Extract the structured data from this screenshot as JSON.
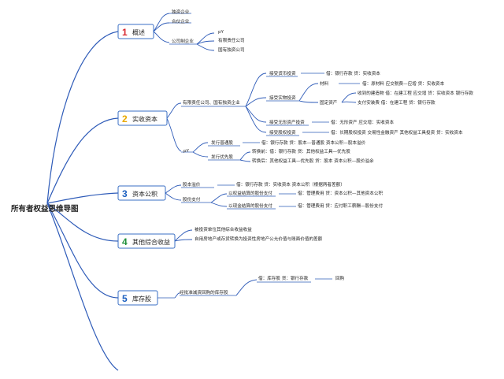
{
  "root": "所有者权益思维导图",
  "colors": {
    "line": "#2e5bb8",
    "box_border": "#3a6fc4",
    "num_1": "#d7262e",
    "num_2": "#e8a800",
    "num_3": "#1b5fbf",
    "num_4": "#1f8f3a",
    "num_5": "#1b5fbf"
  },
  "branches": [
    {
      "num": "1",
      "label": "概述"
    },
    {
      "num": "2",
      "label": "实收资本"
    },
    {
      "num": "3",
      "label": "资本公积"
    },
    {
      "num": "4",
      "label": "其他综合收益"
    },
    {
      "num": "5",
      "label": "库存股"
    }
  ],
  "b1": {
    "sole": "独资企业",
    "partner": "合伙企业",
    "corp": "公司制企业",
    "py": "pY",
    "llc": "有限责任公司",
    "state": "国有独资公司"
  },
  "b2": {
    "llc": "有限责任公司、国有独资企业",
    "cash": "接受货币投资",
    "cash_entry": "借：银行存款 贷：实收资本",
    "kind": "接受实物投资",
    "material": "材料",
    "material_entry": "借：原材料 应交税费—应增 贷：实收资本",
    "fixed": "固定资产",
    "fx1": "收到的建造物 借：在建工程 应交增 贷：实收资本 银行存款",
    "fx2": "支付安装费 借：在建工程 贷：银行存款",
    "intang": "接受无形资产投资",
    "intang_entry": "借：无形资产 应交增：实收资本",
    "equity": "接受股权投资",
    "equity_entry": "借：长期股权投资 交易性金融资产 其他权益工具投资 贷：实收资本",
    "py": "pY",
    "ord": "发行普通股",
    "ord_entry": "借：银行存款 贷：股本—普通股 资本公积—股本溢价",
    "pref": "发行优先股",
    "conv_pre": "转换前：借：银行存款 贷：其他权益工具—优先股",
    "conv_post": "转换后：其他权益工具—优先股 贷：股本 资本公积—股价溢余"
  },
  "b3": {
    "premium": "股本溢价",
    "premium_entry": "借：银行存款 贷：实收资本 资本公积（根据两者差额）",
    "share": "股份支付",
    "eq_settle": "以权益结算的股份支付",
    "eq_entry": "借：管理费用 贷：资本公积—其他资本公积",
    "cash_settle": "以现金结算的股份支付",
    "cash_entry": "借：管理费用 贷：应付职工薪酬—股份支付"
  },
  "b4": {
    "a": "被投资单位其他综合收益收益",
    "b": "自用房地产或存货转换为投资性房地产公允价值与账面价值的差额"
  },
  "b5": {
    "approve": "经批准减资回购的库存股",
    "entry": "借：库存股 贷：银行存款",
    "buyback": "回购"
  }
}
